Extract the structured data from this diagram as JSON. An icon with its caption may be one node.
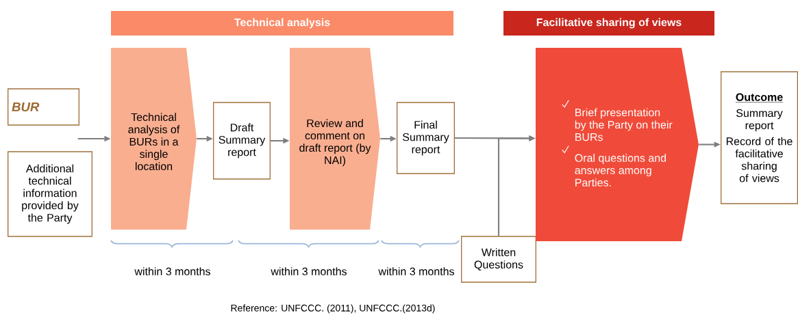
{
  "diagram": {
    "nodes": [
      {
        "text": [
          "Technical analysis"
        ]
      },
      {
        "text": [
          "Facilitative sharing of views"
        ]
      },
      {
        "text": [
          "BUR"
        ]
      },
      {
        "text": [
          "Additional technical information provided by the Party"
        ]
      },
      {
        "text": [
          "Technical analysis of BURs in a single location"
        ]
      },
      {
        "text": [
          "Draft Summary report"
        ]
      },
      {
        "text": [
          "Review and comment on draft report (by NAI)"
        ]
      },
      {
        "text": [
          "Final Summary report"
        ]
      },
      {
        "text": [
          "Written Questions"
        ]
      },
      {
        "text": [
          "Brief presentation by the Party on their BURs",
          "Oral questions and answers among Parties."
        ]
      },
      {
        "text": [
          "Outcome",
          "Summary report",
          "Record of the facilitative sharing of views"
        ]
      }
    ],
    "edges": [
      {
        "from": null,
        "to": 4,
        "arrow": "to"
      },
      {
        "from": 4,
        "to": 5,
        "arrow": "to"
      },
      {
        "from": 5,
        "to": 6,
        "arrow": "to"
      },
      {
        "from": 6,
        "to": 7,
        "arrow": "to"
      },
      {
        "from": 7,
        "to": 9,
        "arrow": "to"
      },
      {
        "from": 8,
        "to": 9,
        "arrow": "to"
      },
      {
        "from": 9,
        "to": 10,
        "arrow": "to"
      }
    ],
    "labels": [
      "within 3 months",
      "within 3 months",
      "within 3 months",
      "Reference: UNFCCC. (2011), UNFCCC.(2013d)"
    ]
  }
}
